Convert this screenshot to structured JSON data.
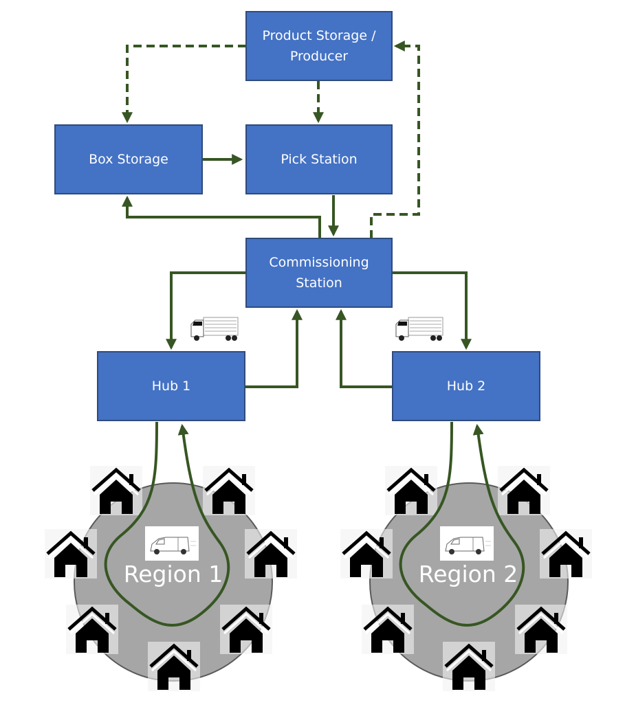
{
  "diagram": {
    "nodes": {
      "product_storage": {
        "label": "Product Storage / Producer",
        "line1": "Product Storage /",
        "line2": "Producer"
      },
      "box_storage": {
        "label": "Box Storage"
      },
      "pick_station": {
        "label": "Pick Station"
      },
      "commissioning_station": {
        "label": "Commissioning Station",
        "line1": "Commissioning",
        "line2": "Station"
      },
      "hub1": {
        "label": "Hub 1"
      },
      "hub2": {
        "label": "Hub 2"
      }
    },
    "regions": [
      {
        "label": "Region 1",
        "houses": 7,
        "vehicle": "van-icon"
      },
      {
        "label": "Region 2",
        "houses": 7,
        "vehicle": "van-icon"
      }
    ],
    "edges": [
      {
        "from": "Product Storage / Producer",
        "to": "Box Storage",
        "style": "dashed"
      },
      {
        "from": "Product Storage / Producer",
        "to": "Pick Station",
        "style": "dashed"
      },
      {
        "from": "Commissioning Station",
        "to": "Product Storage / Producer",
        "style": "dashed"
      },
      {
        "from": "Box Storage",
        "to": "Pick Station",
        "style": "solid"
      },
      {
        "from": "Pick Station",
        "to": "Commissioning Station",
        "style": "solid"
      },
      {
        "from": "Commissioning Station",
        "to": "Box Storage",
        "style": "solid"
      },
      {
        "from": "Commissioning Station",
        "to": "Hub 1",
        "style": "solid",
        "vehicle": "truck-icon"
      },
      {
        "from": "Hub 1",
        "to": "Commissioning Station",
        "style": "solid"
      },
      {
        "from": "Commissioning Station",
        "to": "Hub 2",
        "style": "solid",
        "vehicle": "truck-icon"
      },
      {
        "from": "Hub 2",
        "to": "Commissioning Station",
        "style": "solid"
      },
      {
        "from": "Hub 1",
        "to": "Region 1",
        "style": "solid-loop"
      },
      {
        "from": "Hub 2",
        "to": "Region 2",
        "style": "solid-loop"
      }
    ],
    "colors": {
      "box_fill": "#4472c4",
      "box_border": "#2f4b7c",
      "arrow": "#375623",
      "region_fill": "#a6a6a6",
      "house": "#000000"
    }
  }
}
